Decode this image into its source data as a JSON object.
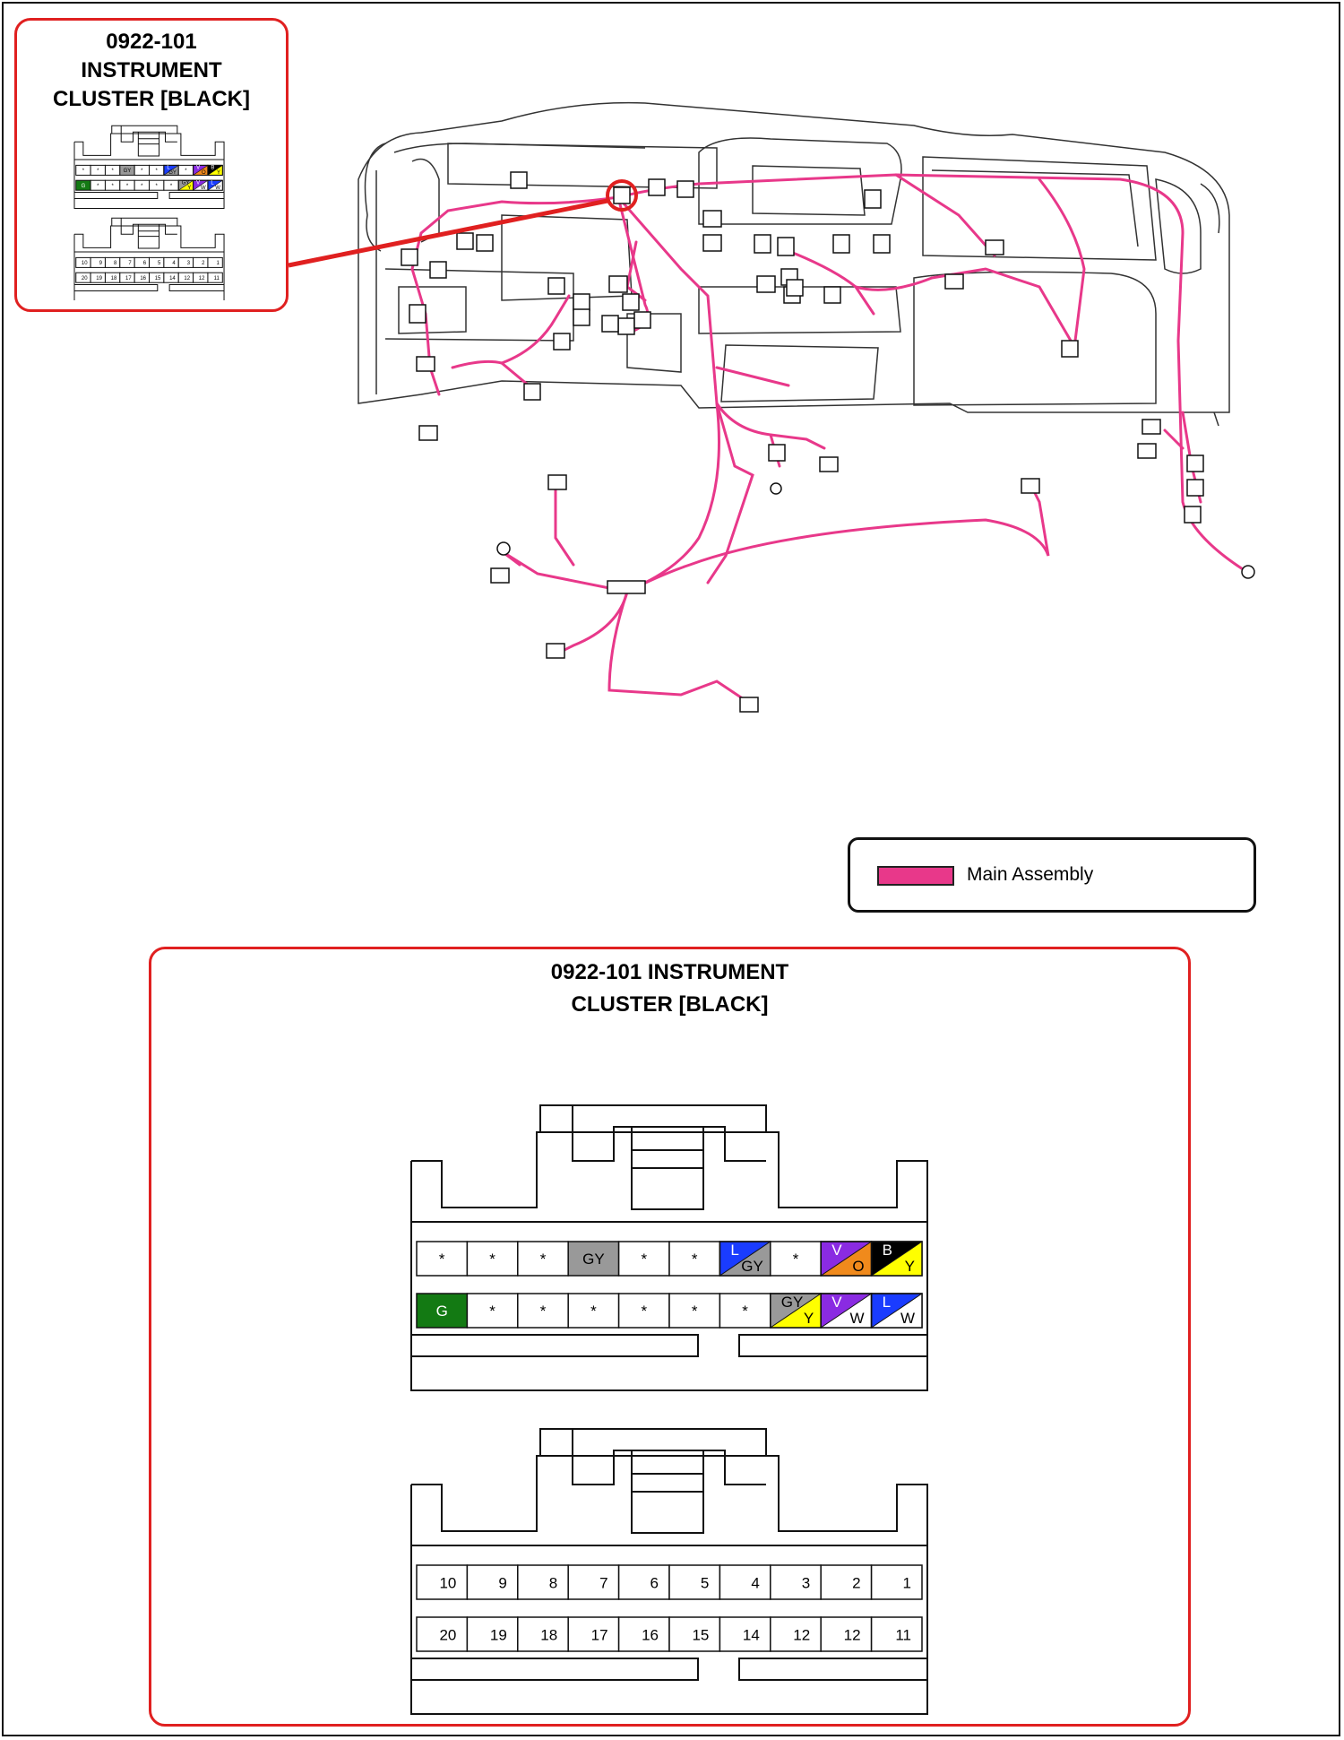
{
  "inset": {
    "title_lines": [
      "0922-101",
      "INSTRUMENT",
      "CLUSTER [BLACK]"
    ]
  },
  "legend": {
    "label": "Main Assembly",
    "color": "#e8388a"
  },
  "connector_view": {
    "title_lines": [
      "0922-101 INSTRUMENT",
      "CLUSTER [BLACK]"
    ],
    "top_row": [
      {
        "text": "*",
        "colors": [
          "#ffffff"
        ]
      },
      {
        "text": "*",
        "colors": [
          "#ffffff"
        ]
      },
      {
        "text": "*",
        "colors": [
          "#ffffff"
        ]
      },
      {
        "text": "GY",
        "colors": [
          "#999999"
        ]
      },
      {
        "text": "*",
        "colors": [
          "#ffffff"
        ]
      },
      {
        "text": "*",
        "colors": [
          "#ffffff"
        ]
      },
      {
        "text": "L",
        "text2": "GY",
        "colors": [
          "#1a3cff",
          "#999999"
        ]
      },
      {
        "text": "*",
        "colors": [
          "#ffffff"
        ]
      },
      {
        "text": "V",
        "text2": "O",
        "colors": [
          "#8a2be2",
          "#f08a1c"
        ]
      },
      {
        "text": "B",
        "text2": "Y",
        "colors": [
          "#000000",
          "#ffff00"
        ]
      }
    ],
    "bottom_row": [
      {
        "text": "G",
        "colors": [
          "#137a13"
        ]
      },
      {
        "text": "*",
        "colors": [
          "#ffffff"
        ]
      },
      {
        "text": "*",
        "colors": [
          "#ffffff"
        ]
      },
      {
        "text": "*",
        "colors": [
          "#ffffff"
        ]
      },
      {
        "text": "*",
        "colors": [
          "#ffffff"
        ]
      },
      {
        "text": "*",
        "colors": [
          "#ffffff"
        ]
      },
      {
        "text": "*",
        "colors": [
          "#ffffff"
        ]
      },
      {
        "text": "GY",
        "text2": "Y",
        "colors": [
          "#999999",
          "#ffff00"
        ]
      },
      {
        "text": "V",
        "text2": "W",
        "colors": [
          "#8a2be2",
          "#ffffff"
        ]
      },
      {
        "text": "L",
        "text2": "W",
        "colors": [
          "#1a3cff",
          "#ffffff"
        ]
      }
    ],
    "pin_top": [
      "10",
      "9",
      "8",
      "7",
      "6",
      "5",
      "4",
      "3",
      "2",
      "1"
    ],
    "pin_bottom": [
      "20",
      "19",
      "18",
      "17",
      "16",
      "15",
      "14",
      "12",
      "12",
      "11"
    ]
  }
}
